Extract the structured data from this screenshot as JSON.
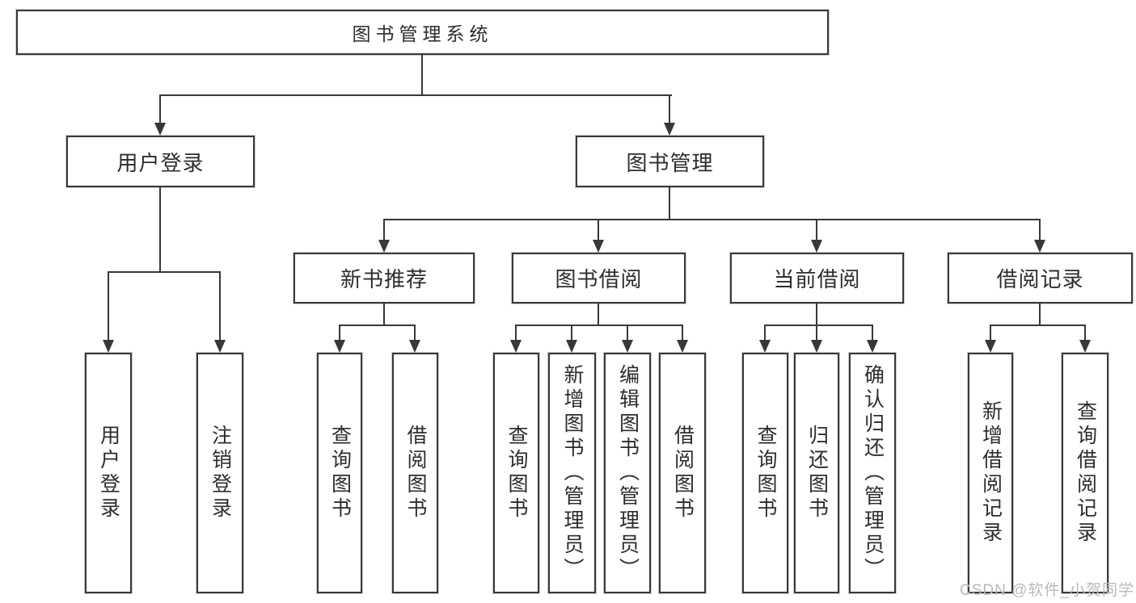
{
  "tree": {
    "label": "图书管理系统",
    "children": [
      {
        "label": "用户登录",
        "children": [
          {
            "label": "用户登录"
          },
          {
            "label": "注销登录"
          }
        ]
      },
      {
        "label": "图书管理",
        "children": [
          {
            "label": "新书推荐",
            "children": [
              {
                "label": "查询图书"
              },
              {
                "label": "借阅图书"
              }
            ]
          },
          {
            "label": "图书借阅",
            "children": [
              {
                "label": "查询图书"
              },
              {
                "label": "新增图书（管理员）"
              },
              {
                "label": "编辑图书（管理员）"
              },
              {
                "label": "借阅图书"
              }
            ]
          },
          {
            "label": "当前借阅",
            "children": [
              {
                "label": "查询图书"
              },
              {
                "label": "归还图书"
              },
              {
                "label": "确认归还（管理员）"
              }
            ]
          },
          {
            "label": "借阅记录",
            "children": [
              {
                "label": "新增借阅记录"
              },
              {
                "label": "查询借阅记录"
              }
            ]
          }
        ]
      }
    ]
  },
  "watermark": {
    "text": "CSDN @软件_小贺同学"
  },
  "colors": {
    "line": "#383838",
    "text": "#2d2d2d",
    "watermark": "#b9b9b9",
    "background": "#ffffff"
  }
}
